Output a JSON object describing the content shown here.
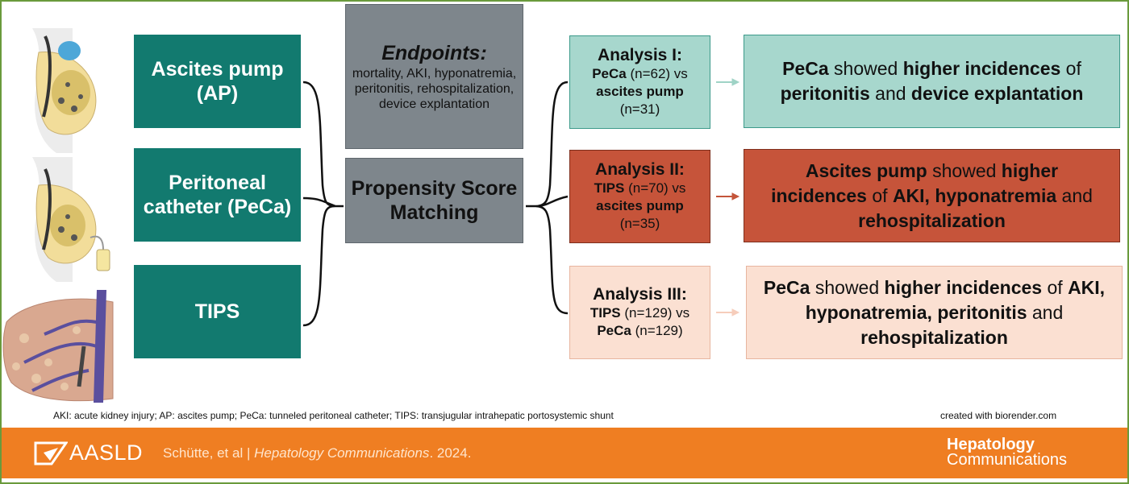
{
  "colors": {
    "method_teal": "#127a6f",
    "grey_box": "#7e868c",
    "analysis1_fill": "#a7d7cd",
    "analysis2_fill": "#c6543a",
    "analysis3_fill": "#fbe0d2",
    "footer_orange": "#ef7e22",
    "frame_green": "#6a9a3c"
  },
  "icons": [
    "torso-ascites-pump-illustration",
    "torso-peritoneal-catheter-illustration",
    "liver-tips-illustration",
    "aasld-logo-icon"
  ],
  "methods": [
    {
      "label": "Ascites pump (AP)"
    },
    {
      "label": "Peritoneal catheter (PeCa)"
    },
    {
      "label": "TIPS"
    }
  ],
  "endpoints": {
    "title": "Endpoints:",
    "list": "mortality, AKI, hyponatremia, peritonitis, rehospitalization, device explantation"
  },
  "psm": {
    "label": "Propensity Score Matching"
  },
  "analyses": [
    {
      "title": "Analysis I:",
      "line1_bold": "PeCa",
      "line1_rest": " (n=62) vs",
      "line2": "ascites pump",
      "line3": "(n=31)",
      "result": [
        {
          "t": "PeCa",
          "b": true
        },
        {
          "t": " showed ",
          "b": false
        },
        {
          "t": "higher incidences",
          "b": true
        },
        {
          "t": " of ",
          "b": false
        },
        {
          "t": "peritonitis",
          "b": true
        },
        {
          "t": " and ",
          "b": false
        },
        {
          "t": "device explantation",
          "b": true
        }
      ]
    },
    {
      "title": "Analysis II:",
      "line1_bold": "TIPS",
      "line1_rest": " (n=70) vs",
      "line2": "ascites pump",
      "line3": "(n=35)",
      "result": [
        {
          "t": "Ascites pump",
          "b": true
        },
        {
          "t": " showed ",
          "b": false
        },
        {
          "t": "higher incidences",
          "b": true
        },
        {
          "t": " of ",
          "b": false
        },
        {
          "t": "AKI, hyponatremia",
          "b": true
        },
        {
          "t": " and ",
          "b": false
        },
        {
          "t": "rehospitalization",
          "b": true
        }
      ]
    },
    {
      "title": "Analysis III:",
      "line1_bold": "TIPS",
      "line1_rest": " (n=129) vs",
      "line2": "PeCa",
      "line3": " (n=129)",
      "result": [
        {
          "t": "PeCa",
          "b": true
        },
        {
          "t": " showed ",
          "b": false
        },
        {
          "t": "higher incidences",
          "b": true
        },
        {
          "t": " of ",
          "b": false
        },
        {
          "t": "AKI, hyponatremia, peritonitis",
          "b": true
        },
        {
          "t": " and ",
          "b": false
        },
        {
          "t": "rehospitalization",
          "b": true
        }
      ]
    }
  ],
  "footnote": "AKI: acute kidney injury; AP: ascites pump; PeCa: tunneled peritoneal catheter; TIPS: transjugular intrahepatic portosystemic shunt",
  "credit": "created with biorender.com",
  "footer": {
    "logo": "AASLD",
    "citation_authors": "Schütte, et al  |  ",
    "citation_journal": "Hepatology Communications",
    "citation_year": ". 2024.",
    "journal_line1": "Hepatology",
    "journal_line2": "Communications"
  }
}
